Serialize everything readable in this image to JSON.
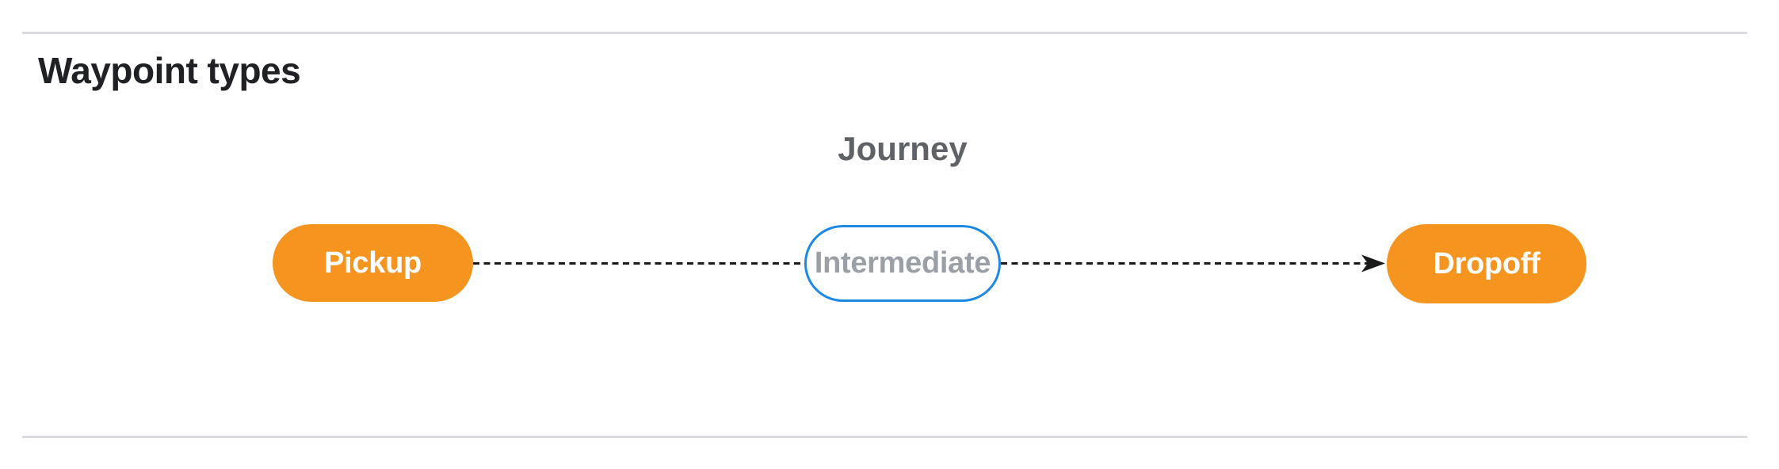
{
  "page": {
    "section_title": "Waypoint types"
  },
  "diagram": {
    "caption": "Journey",
    "nodes": [
      {
        "id": "pickup",
        "label": "Pickup",
        "kind": "terminal-waypoint"
      },
      {
        "id": "intermediate",
        "label": "Intermediate",
        "kind": "intermediate-waypoint"
      },
      {
        "id": "dropoff",
        "label": "Dropoff",
        "kind": "terminal-waypoint"
      }
    ],
    "edges": [
      {
        "from": "pickup",
        "to": "intermediate",
        "style": "dashed",
        "arrowhead": false
      },
      {
        "from": "intermediate",
        "to": "dropoff",
        "style": "dashed",
        "arrowhead": true
      }
    ]
  },
  "colors": {
    "accent-orange": "#F5941E",
    "accent-blue": "#1E88E5",
    "text-dark": "#202124",
    "text-gray": "#5F6368",
    "muted-gray": "#9AA0A6",
    "divider": "#DADCE0",
    "connector": "#1A1A1A"
  }
}
